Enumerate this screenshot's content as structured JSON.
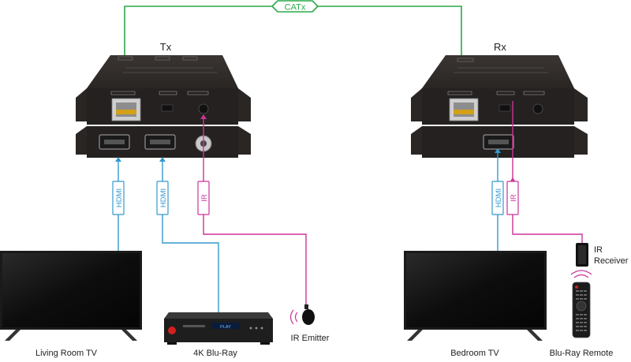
{
  "cable_labels": {
    "catx": "CATx",
    "hdmi": "HDMI",
    "ir": "IR"
  },
  "units": {
    "tx": "Tx",
    "rx": "Rx"
  },
  "devices": {
    "living_room_tv": "Living Room TV",
    "bluray_player": "4K Blu-Ray",
    "ir_emitter": "IR Emitter",
    "bedroom_tv": "Bedroom TV",
    "ir_receiver_line1": "IR",
    "ir_receiver_line2": "Receiver",
    "bluray_remote": "Blu-Ray Remote",
    "player_display": "PLAY"
  },
  "colors": {
    "catx": "#2aa84a",
    "hdmi": "#3399cc",
    "ir": "#cc3399",
    "unit_body": "#2d2926",
    "unit_face": "#242120"
  }
}
